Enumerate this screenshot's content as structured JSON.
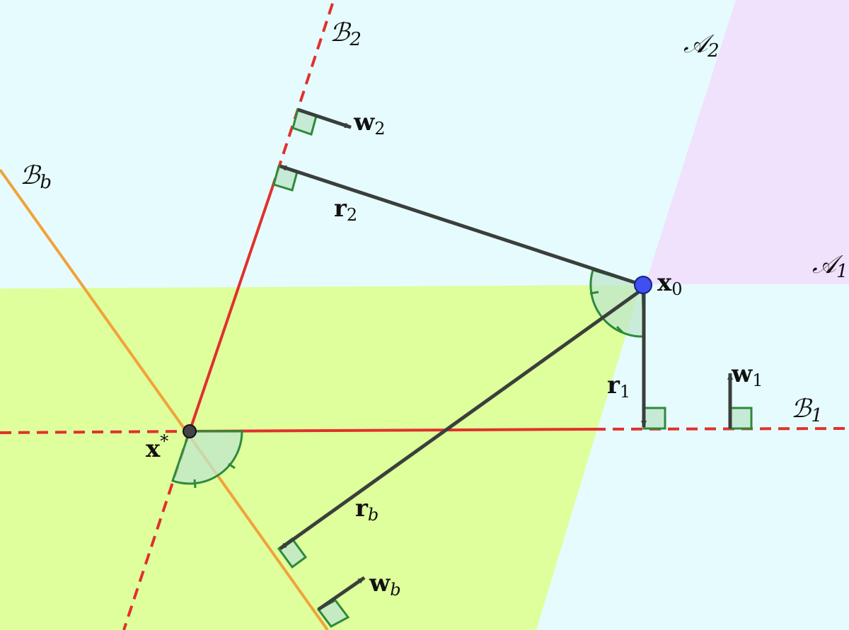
{
  "colors": {
    "background": "#e6fbfd",
    "region_yellow": "#deff9c",
    "region_purple": "#f0e2fc",
    "boundary_red": "#e0312c",
    "boundary_orange": "#f2a23a",
    "vector_dark": "#3a3f3c",
    "angle_green": "#2e8a3a",
    "angle_fill": "#bfe6cc",
    "point_blue": "#3f4ff0",
    "point_dark": "#444444"
  },
  "labels": {
    "B2": {
      "main": "ℬ",
      "sub": "2"
    },
    "Bb": {
      "main": "ℬ",
      "sub": "b"
    },
    "B1": {
      "main": "ℬ",
      "sub": "1"
    },
    "A2": {
      "main": "𝒜",
      "sub": "2"
    },
    "A1": {
      "main": "𝒜",
      "sub": "1"
    },
    "w2": {
      "main": "w",
      "sub": "2"
    },
    "w1": {
      "main": "w",
      "sub": "1"
    },
    "wb": {
      "main": "w",
      "sub": "b"
    },
    "r2": {
      "main": "r",
      "sub": "2"
    },
    "r1": {
      "main": "r",
      "sub": "1"
    },
    "rb": {
      "main": "r",
      "sub": "b"
    },
    "x0": {
      "main": "x",
      "sub": "0"
    },
    "xstar": {
      "main": "x",
      "sub": "*"
    }
  }
}
